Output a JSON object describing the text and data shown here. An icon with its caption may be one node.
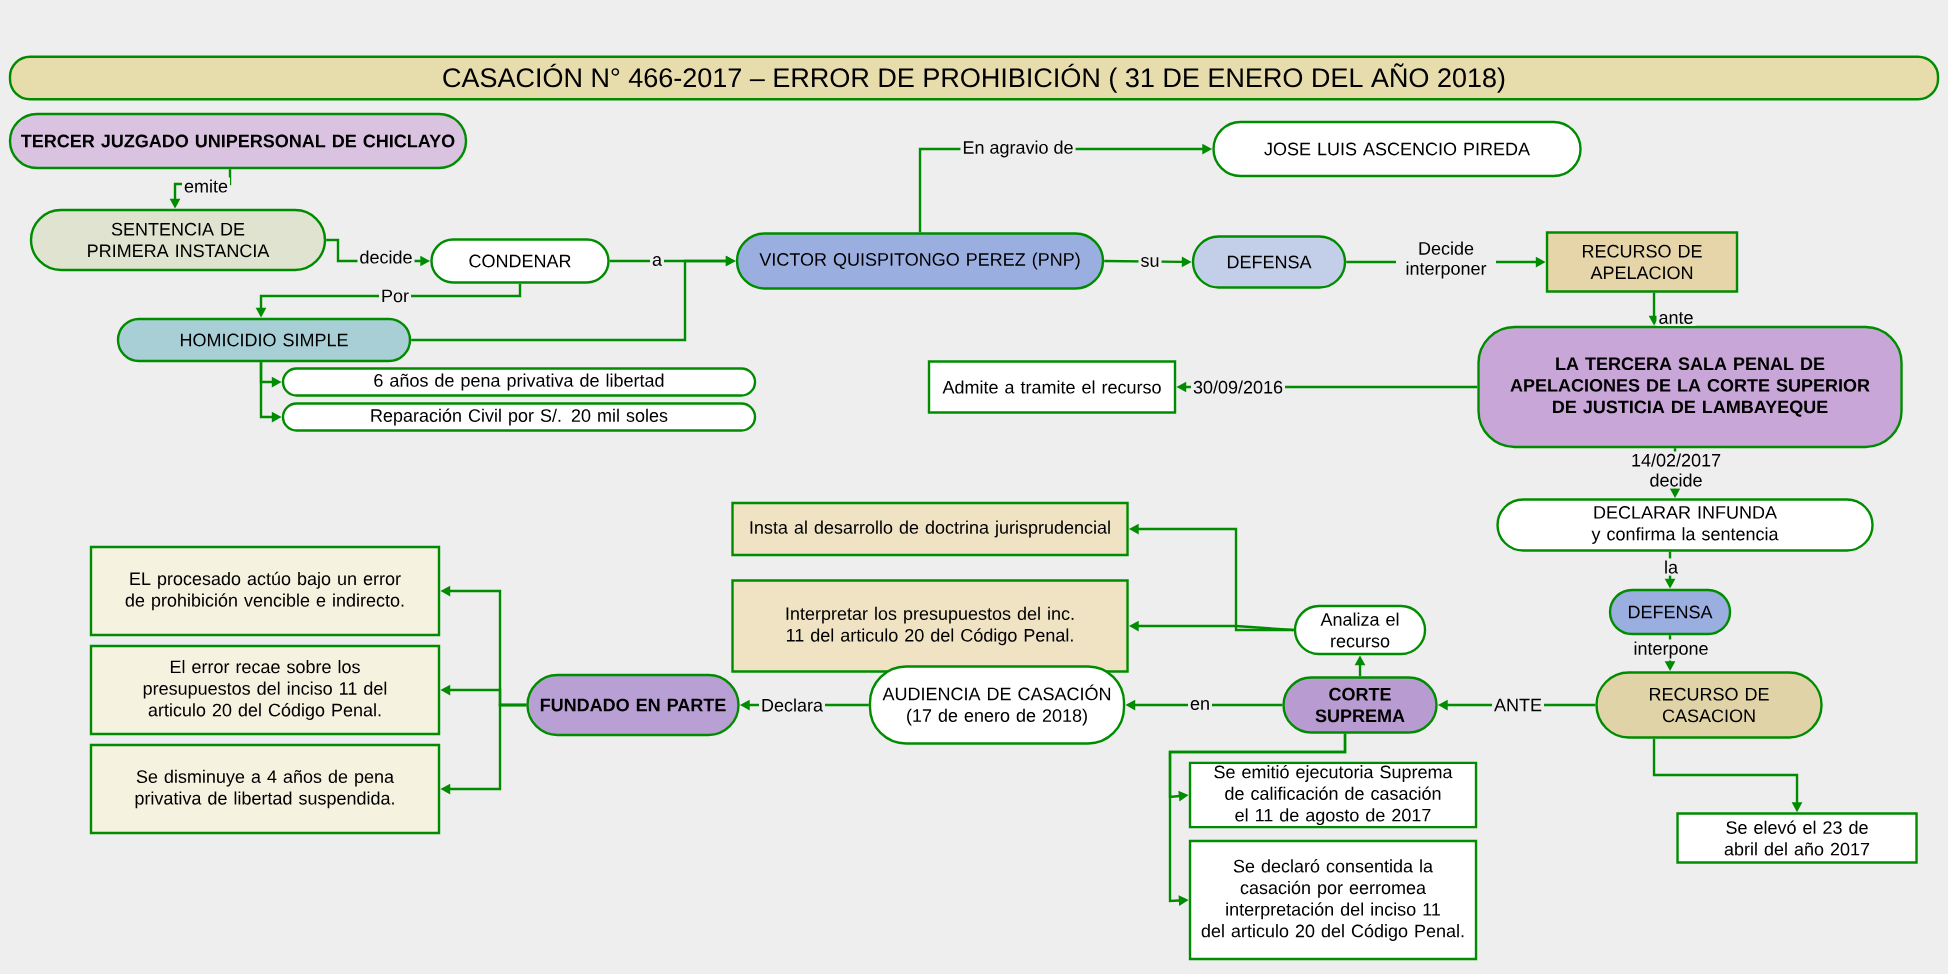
{
  "diagram": {
    "title": "CASACIÓN N° 466-2017 – ERROR DE PROHIBICIÓN ( 31 DE ENERO DEL AÑO 2018)",
    "nodes": [
      {
        "text": [
          "TERCER JUZGADO UNIPERSONAL DE CHICLAYO"
        ]
      },
      {
        "text": [
          "SENTENCIA DE PRIMERA INSTANCIA"
        ]
      },
      {
        "text": [
          "CONDENAR"
        ]
      },
      {
        "text": [
          "HOMICIDIO SIMPLE"
        ]
      },
      {
        "text": [
          "6 años de pena privativa de libertad"
        ]
      },
      {
        "text": [
          "Reparación Civil por S/. 20 mil soles"
        ]
      },
      {
        "text": [
          "VICTOR QUISPITONGO PEREZ (PNP)"
        ]
      },
      {
        "text": [
          "JOSE LUIS ASCENCIO PIREDA"
        ]
      },
      {
        "text": [
          "DEFENSA"
        ]
      },
      {
        "text": [
          "RECURSO DE APELACION"
        ]
      },
      {
        "text": [
          "LA TERCERA SALA PENAL DE APELACIONES DE LA CORTE SUPERIOR DE JUSTICIA DE LAMBAYEQUE"
        ]
      },
      {
        "text": [
          "Admite a tramite el recurso"
        ]
      },
      {
        "text": [
          "DECLARAR INFUNDA y confirma la sentencia"
        ]
      },
      {
        "text": [
          "DEFENSA"
        ]
      },
      {
        "text": [
          "RECURSO DE CASACION"
        ]
      },
      {
        "text": [
          "Se elevó el 23 de abril del año 2017"
        ]
      },
      {
        "text": [
          "CORTE SUPREMA"
        ]
      },
      {
        "text": [
          "Analiza el recurso"
        ]
      },
      {
        "text": [
          "Insta al desarrollo de doctrina jurisprudencial"
        ]
      },
      {
        "text": [
          "Interpretar los presupuestos del inc. 11 del articulo 20 del Código Penal."
        ]
      },
      {
        "text": [
          "AUDIENCIA DE CASACIÓN (17 de enero de 2018)"
        ]
      },
      {
        "text": [
          "FUNDADO EN PARTE"
        ]
      },
      {
        "text": [
          "EL procesado actúo bajo un error de prohibición vencible e indirecto."
        ]
      },
      {
        "text": [
          "El error recae sobre los presupuestos del inciso 11 del articulo 20 del Código Penal."
        ]
      },
      {
        "text": [
          "Se disminuye a 4 años de pena privativa de libertad suspendida."
        ]
      },
      {
        "text": [
          "Se emitió ejecutoria Suprema de calificación de casación el 11 de agosto de 2017"
        ]
      },
      {
        "text": [
          "Se declaró consentida la casación por eerromea interpretación del inciso 11 del articulo 20 del Código Penal."
        ]
      }
    ],
    "edges": [
      {
        "from": 0,
        "to": 1,
        "arrow": "to",
        "label": "emite"
      },
      {
        "from": 1,
        "to": 2,
        "arrow": "to",
        "label": "decide"
      },
      {
        "from": 2,
        "to": 3,
        "arrow": "to",
        "label": "Por"
      },
      {
        "from": 2,
        "to": 6,
        "arrow": "to",
        "label": "a"
      },
      {
        "from": 3,
        "to": 6,
        "arrow": "to"
      },
      {
        "from": 3,
        "to": 4,
        "arrow": "to"
      },
      {
        "from": 3,
        "to": 5,
        "arrow": "to"
      },
      {
        "from": 6,
        "to": 7,
        "arrow": "to",
        "label": "En agravio de"
      },
      {
        "from": 6,
        "to": 8,
        "arrow": "to",
        "label": "su"
      },
      {
        "from": 8,
        "to": 9,
        "arrow": "to",
        "label": "Decide interponer"
      },
      {
        "from": 9,
        "to": 10,
        "arrow": "to",
        "label": "ante"
      },
      {
        "from": 10,
        "to": 11,
        "arrow": "to",
        "label": "30/09/2016"
      },
      {
        "from": 10,
        "to": 12,
        "arrow": "to",
        "label": "14/02/2017 decide"
      },
      {
        "from": 12,
        "to": 13,
        "arrow": "to",
        "label": "la"
      },
      {
        "from": 13,
        "to": 14,
        "arrow": "to",
        "label": "interpone"
      },
      {
        "from": 14,
        "to": 15,
        "arrow": "to"
      },
      {
        "from": 14,
        "to": 16,
        "arrow": "to",
        "label": "ANTE"
      },
      {
        "from": 16,
        "to": 17,
        "arrow": "to"
      },
      {
        "from": 17,
        "to": 18,
        "arrow": "to"
      },
      {
        "from": 17,
        "to": 19,
        "arrow": "to"
      },
      {
        "from": 16,
        "to": 20,
        "arrow": "to",
        "label": "en"
      },
      {
        "from": 20,
        "to": 21,
        "arrow": "to",
        "label": "Declara"
      },
      {
        "from": 21,
        "to": 22,
        "arrow": "to"
      },
      {
        "from": 21,
        "to": 23,
        "arrow": "to"
      },
      {
        "from": 21,
        "to": 24,
        "arrow": "to"
      },
      {
        "from": 16,
        "to": 25,
        "arrow": "to"
      },
      {
        "from": 16,
        "to": 26,
        "arrow": "to"
      }
    ]
  }
}
